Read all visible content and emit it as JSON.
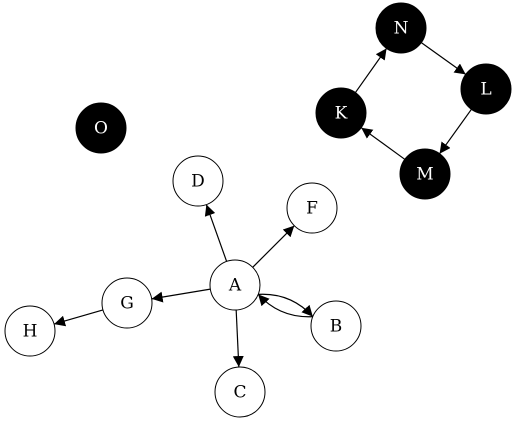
{
  "graph": {
    "colors": {
      "background": "#ffffff",
      "edge": "#000000",
      "node_fill_light": "#ffffff",
      "node_fill_dark": "#000000",
      "label_on_light": "#000000",
      "label_on_dark": "#ffffff"
    },
    "nodes": [
      {
        "id": "A",
        "label": "A",
        "style": "light"
      },
      {
        "id": "B",
        "label": "B",
        "style": "light"
      },
      {
        "id": "C",
        "label": "C",
        "style": "light"
      },
      {
        "id": "D",
        "label": "D",
        "style": "light"
      },
      {
        "id": "F",
        "label": "F",
        "style": "light"
      },
      {
        "id": "G",
        "label": "G",
        "style": "light"
      },
      {
        "id": "H",
        "label": "H",
        "style": "light"
      },
      {
        "id": "K",
        "label": "K",
        "style": "dark"
      },
      {
        "id": "L",
        "label": "L",
        "style": "dark"
      },
      {
        "id": "M",
        "label": "M",
        "style": "dark"
      },
      {
        "id": "N",
        "label": "N",
        "style": "dark"
      },
      {
        "id": "O",
        "label": "O",
        "style": "dark"
      }
    ],
    "edges": [
      {
        "from": "A",
        "to": "D"
      },
      {
        "from": "A",
        "to": "F"
      },
      {
        "from": "A",
        "to": "G"
      },
      {
        "from": "A",
        "to": "C"
      },
      {
        "from": "A",
        "to": "B"
      },
      {
        "from": "B",
        "to": "A"
      },
      {
        "from": "G",
        "to": "H"
      },
      {
        "from": "K",
        "to": "N"
      },
      {
        "from": "N",
        "to": "L"
      },
      {
        "from": "L",
        "to": "M"
      },
      {
        "from": "M",
        "to": "K"
      }
    ]
  }
}
